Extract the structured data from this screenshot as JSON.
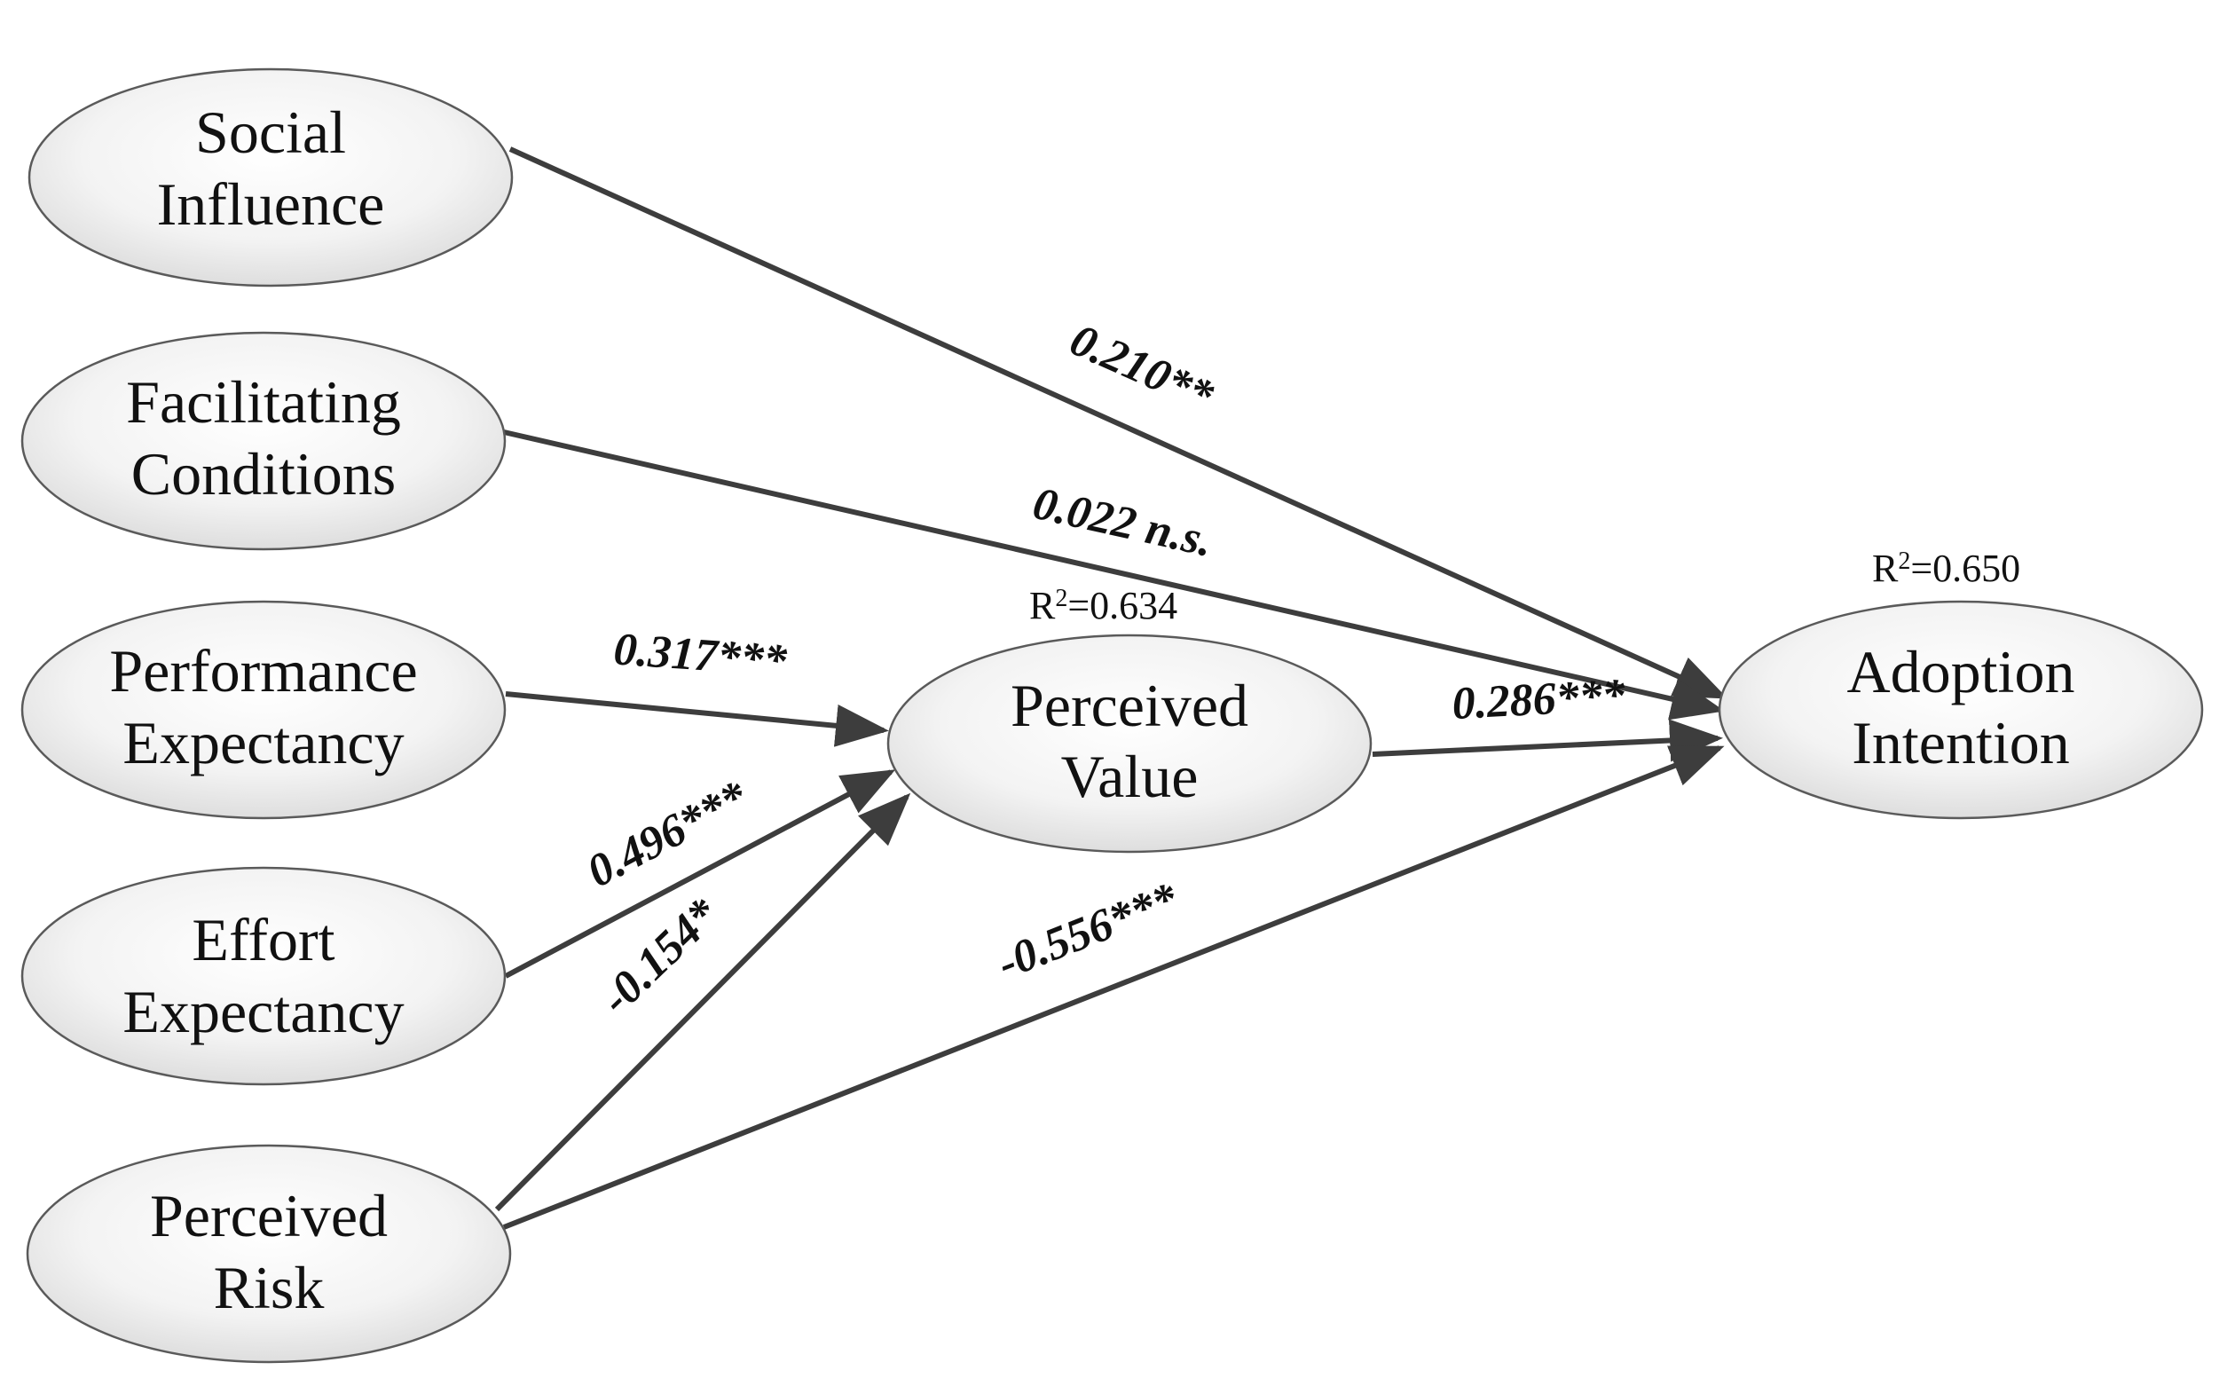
{
  "nodes": {
    "social_influence": [
      "Social",
      "Influence"
    ],
    "facilitating_conditions": [
      "Facilitating",
      "Conditions"
    ],
    "performance_expectancy": [
      "Performance",
      "Expectancy"
    ],
    "effort_expectancy": [
      "Effort",
      "Expectancy"
    ],
    "perceived_risk": [
      "Perceived",
      "Risk"
    ],
    "perceived_value": [
      "Perceived",
      "Value"
    ],
    "adoption_intention": [
      "Adoption",
      "Intention"
    ]
  },
  "paths": [
    {
      "from": "social_influence",
      "to": "adoption_intention",
      "label": "0.210**"
    },
    {
      "from": "facilitating_conditions",
      "to": "adoption_intention",
      "label": "0.022 n.s."
    },
    {
      "from": "performance_expectancy",
      "to": "perceived_value",
      "label": "0.317***"
    },
    {
      "from": "effort_expectancy",
      "to": "perceived_value",
      "label": "0.496***"
    },
    {
      "from": "perceived_risk",
      "to": "perceived_value",
      "label": "-0.154*"
    },
    {
      "from": "perceived_value",
      "to": "adoption_intention",
      "label": "0.286***"
    },
    {
      "from": "perceived_risk",
      "to": "adoption_intention",
      "label": "-0.556***"
    }
  ],
  "r_squared": {
    "perceived_value": {
      "prefix": "R",
      "sup": "2",
      "value": "=0.634"
    },
    "adoption_intention": {
      "prefix": "R",
      "sup": "2",
      "value": "=0.650"
    }
  }
}
